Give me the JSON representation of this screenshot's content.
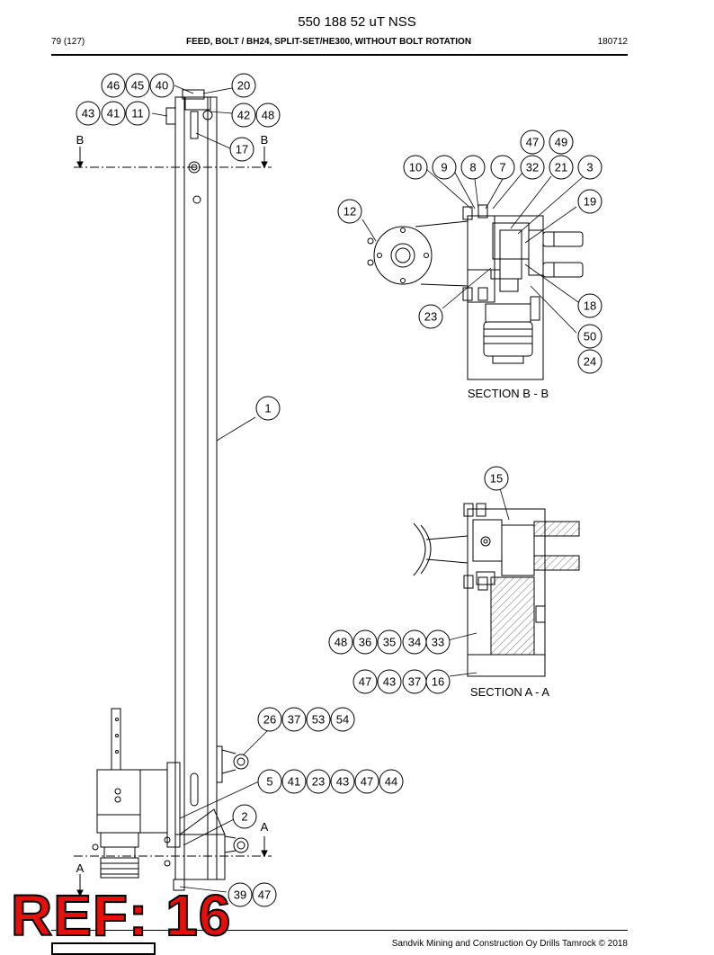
{
  "header": {
    "doc_number": "550 188 52 uT NSS",
    "page": "79 (127)",
    "title": "FEED, BOLT / BH24, SPLIT-SET/HE300, WITHOUT BOLT ROTATION",
    "date_code": "180712"
  },
  "footer": {
    "copyright": "Sandvik Mining and Construction Oy Drills Tamrock © 2018"
  },
  "stamp": {
    "text": "REF: 16",
    "color": "#e3100c"
  },
  "labels": {
    "section_bb": "SECTION B - B",
    "section_aa": "SECTION A - A",
    "b_left": "B",
    "b_right": "B",
    "a_left": "A",
    "a_right": "A"
  },
  "callouts": [
    {
      "id": "c46",
      "label": "46"
    },
    {
      "id": "c45",
      "label": "45"
    },
    {
      "id": "c40",
      "label": "40"
    },
    {
      "id": "c20",
      "label": "20"
    },
    {
      "id": "c43a",
      "label": "43"
    },
    {
      "id": "c41a",
      "label": "41"
    },
    {
      "id": "c11",
      "label": "11"
    },
    {
      "id": "c42",
      "label": "42"
    },
    {
      "id": "c48a",
      "label": "48"
    },
    {
      "id": "c17",
      "label": "17"
    },
    {
      "id": "c47a",
      "label": "47"
    },
    {
      "id": "c49",
      "label": "49"
    },
    {
      "id": "c10",
      "label": "10"
    },
    {
      "id": "c9",
      "label": "9"
    },
    {
      "id": "c8",
      "label": "8"
    },
    {
      "id": "c7",
      "label": "7"
    },
    {
      "id": "c32",
      "label": "32"
    },
    {
      "id": "c21",
      "label": "21"
    },
    {
      "id": "c3",
      "label": "3"
    },
    {
      "id": "c19",
      "label": "19"
    },
    {
      "id": "c12",
      "label": "12"
    },
    {
      "id": "c18",
      "label": "18"
    },
    {
      "id": "c23a",
      "label": "23"
    },
    {
      "id": "c50",
      "label": "50"
    },
    {
      "id": "c24",
      "label": "24"
    },
    {
      "id": "c1",
      "label": "1"
    },
    {
      "id": "c15",
      "label": "15"
    },
    {
      "id": "c48b",
      "label": "48"
    },
    {
      "id": "c36",
      "label": "36"
    },
    {
      "id": "c35",
      "label": "35"
    },
    {
      "id": "c34",
      "label": "34"
    },
    {
      "id": "c33",
      "label": "33"
    },
    {
      "id": "c47b",
      "label": "47"
    },
    {
      "id": "c43b",
      "label": "43"
    },
    {
      "id": "c37a",
      "label": "37"
    },
    {
      "id": "c16",
      "label": "16"
    },
    {
      "id": "c26",
      "label": "26"
    },
    {
      "id": "c37b",
      "label": "37"
    },
    {
      "id": "c53",
      "label": "53"
    },
    {
      "id": "c54",
      "label": "54"
    },
    {
      "id": "c5",
      "label": "5"
    },
    {
      "id": "c41b",
      "label": "41"
    },
    {
      "id": "c23b",
      "label": "23"
    },
    {
      "id": "c43c",
      "label": "43"
    },
    {
      "id": "c47c",
      "label": "47"
    },
    {
      "id": "c44",
      "label": "44"
    },
    {
      "id": "c2",
      "label": "2"
    },
    {
      "id": "c39",
      "label": "39"
    },
    {
      "id": "c47d",
      "label": "47"
    }
  ]
}
